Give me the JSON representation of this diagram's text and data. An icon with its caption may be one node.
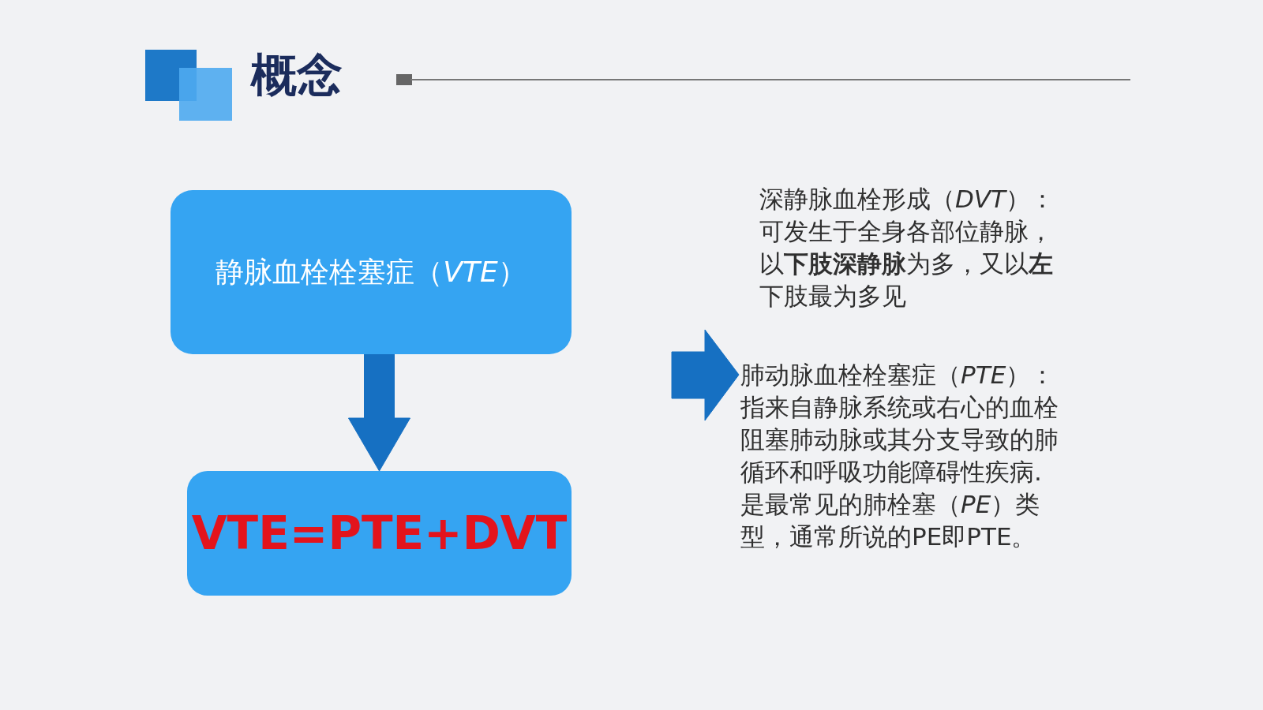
{
  "diagram": {
    "title": "概念",
    "nodes": [
      {
        "text": [
          "静脉血栓栓塞症（*VTE*）"
        ]
      },
      {
        "text": [
          "VTE=PTE+DVT"
        ]
      },
      {
        "text": [
          "深静脉血栓形成（*DVT*）：可发生于全身各部位静脉，以**下肢深静脉**为多，又以**左**下肢最为多见"
        ]
      },
      {
        "text": [
          "肺动脉血栓栓塞症（*PTE*）：指来自静脉系统或右心的血栓阻塞肺动脉或其分支导致的肺循环和呼吸功能障碍性疾病. 是最常见的肺栓塞（*PE*）类型，通常所说的PE即PTE。"
        ]
      }
    ],
    "edges": [
      {
        "from": 0,
        "to": 1,
        "arrow": "to",
        "style": "thick"
      },
      {
        "from": null,
        "to": 3,
        "arrow": "to",
        "style": "thick"
      }
    ]
  }
}
